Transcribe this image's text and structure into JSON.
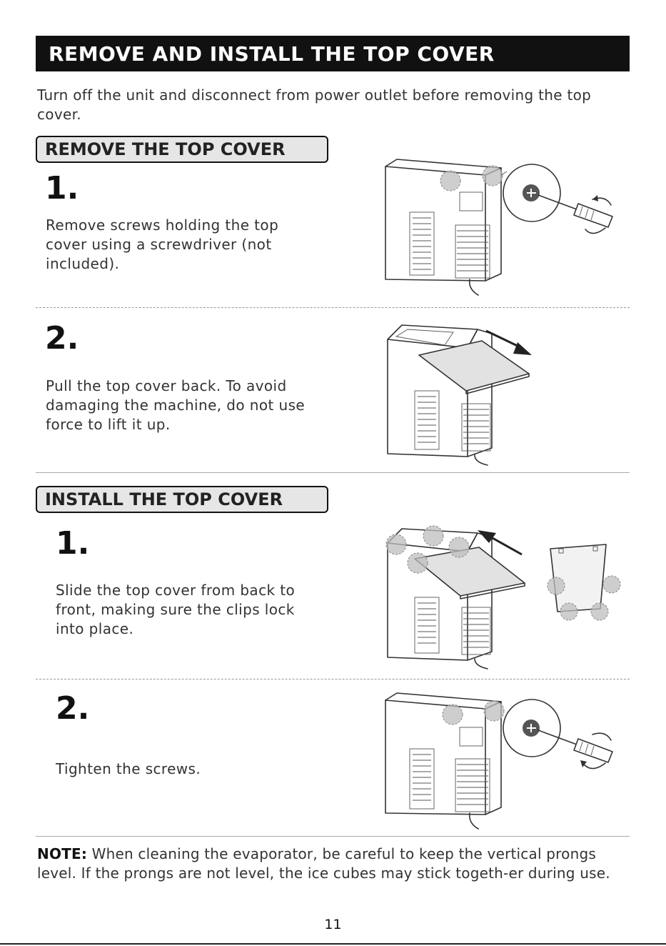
{
  "header": {
    "title": "REMOVE AND INSTALL THE TOP COVER"
  },
  "intro": "Turn off the unit and disconnect from power outlet before removing the top cover.",
  "remove": {
    "heading": "REMOVE THE TOP COVER",
    "steps": [
      {
        "number": "1.",
        "text": "Remove screws holding the top cover using a screwdriver (not included)."
      },
      {
        "number": "2.",
        "text": "Pull the top cover back. To avoid damaging the machine, do not use force to lift it up."
      }
    ]
  },
  "install": {
    "heading": "INSTALL THE TOP COVER",
    "steps": [
      {
        "number": "1.",
        "text": "Slide the top cover from back to front, making sure the clips lock into place."
      },
      {
        "number": "2.",
        "text": "Tighten the screws."
      }
    ]
  },
  "note": {
    "label": "NOTE:",
    "text": " When cleaning the evaporator, be careful to keep the vertical prongs level. If the prongs are not level, the ice cubes may stick togeth-er during use."
  },
  "footer": {
    "page_number": "11"
  }
}
